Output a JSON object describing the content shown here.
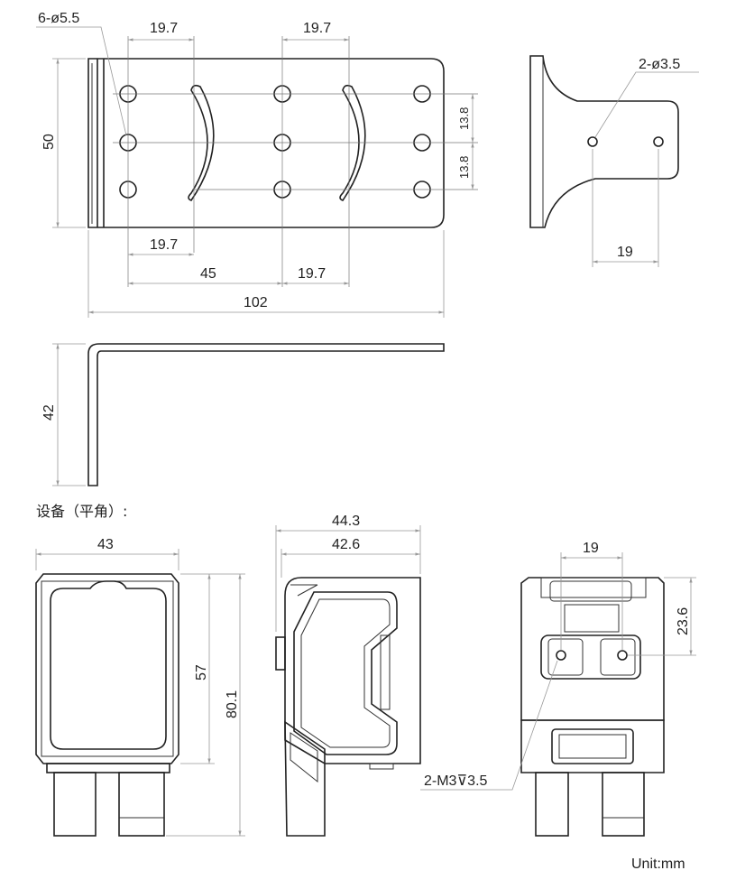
{
  "bracket_top_view": {
    "holes_label": "6-ø5.5",
    "dim_top_left": "19.7",
    "dim_top_right": "19.7",
    "dim_height": "50",
    "dim_right_upper": "13.8",
    "dim_right_lower": "13.8",
    "dim_bottom_left": "19.7",
    "dim_bottom_middle": "45",
    "dim_bottom_right": "19.7",
    "dim_total_width": "102"
  },
  "bracket_side_view": {
    "holes_label": "2-ø3.5",
    "dim_spacing": "19"
  },
  "bracket_front_view": {
    "dim_height": "42"
  },
  "device_section": {
    "title": "设备（平角）:",
    "front": {
      "dim_width": "43",
      "dim_height_inner": "57",
      "dim_height_total": "80.1"
    },
    "side": {
      "dim_width_outer": "44.3",
      "dim_width_inner": "42.6"
    },
    "back": {
      "dim_spacing": "19",
      "dim_height": "23.6",
      "thread_label": "2-M3⊽3.5"
    }
  },
  "unit_label": "Unit:mm"
}
